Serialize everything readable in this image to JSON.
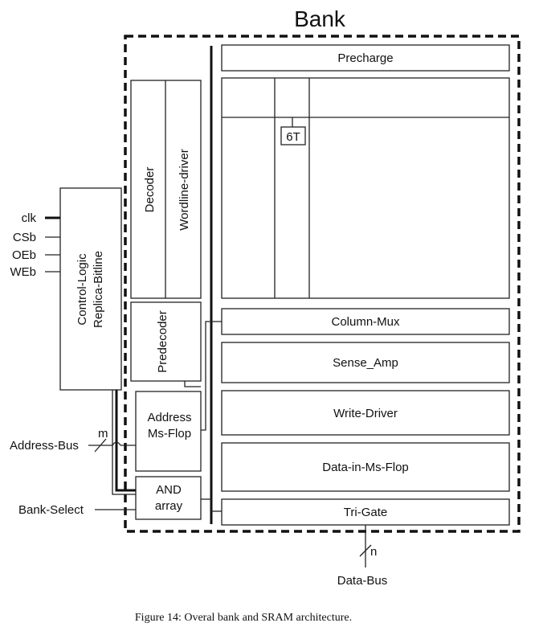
{
  "title": "Bank",
  "blocks": {
    "precharge": "Precharge",
    "cell": "6T",
    "column_mux": "Column-Mux",
    "sense_amp": "Sense_Amp",
    "write_driver": "Write-Driver",
    "data_in_ms_flop": "Data-in-Ms-Flop",
    "tri_gate": "Tri-Gate",
    "decoder": "Decoder",
    "wordline_driver": "Wordline-driver",
    "predecoder": "Predecoder",
    "address_ms_flop_line1": "Address",
    "address_ms_flop_line2": "Ms-Flop",
    "and_array_line1": "AND",
    "and_array_line2": "array",
    "control_logic_line1": "Control-Logic",
    "control_logic_line2": "Replica-Bitline"
  },
  "signals": {
    "clk": "clk",
    "csb": "CSb",
    "oeb": "OEb",
    "web": "WEb",
    "address_bus": "Address-Bus",
    "address_width": "m",
    "bank_select": "Bank-Select",
    "data_bus": "Data-Bus",
    "data_width": "n"
  },
  "caption": "Figure 14: Overal bank and SRAM architecture."
}
